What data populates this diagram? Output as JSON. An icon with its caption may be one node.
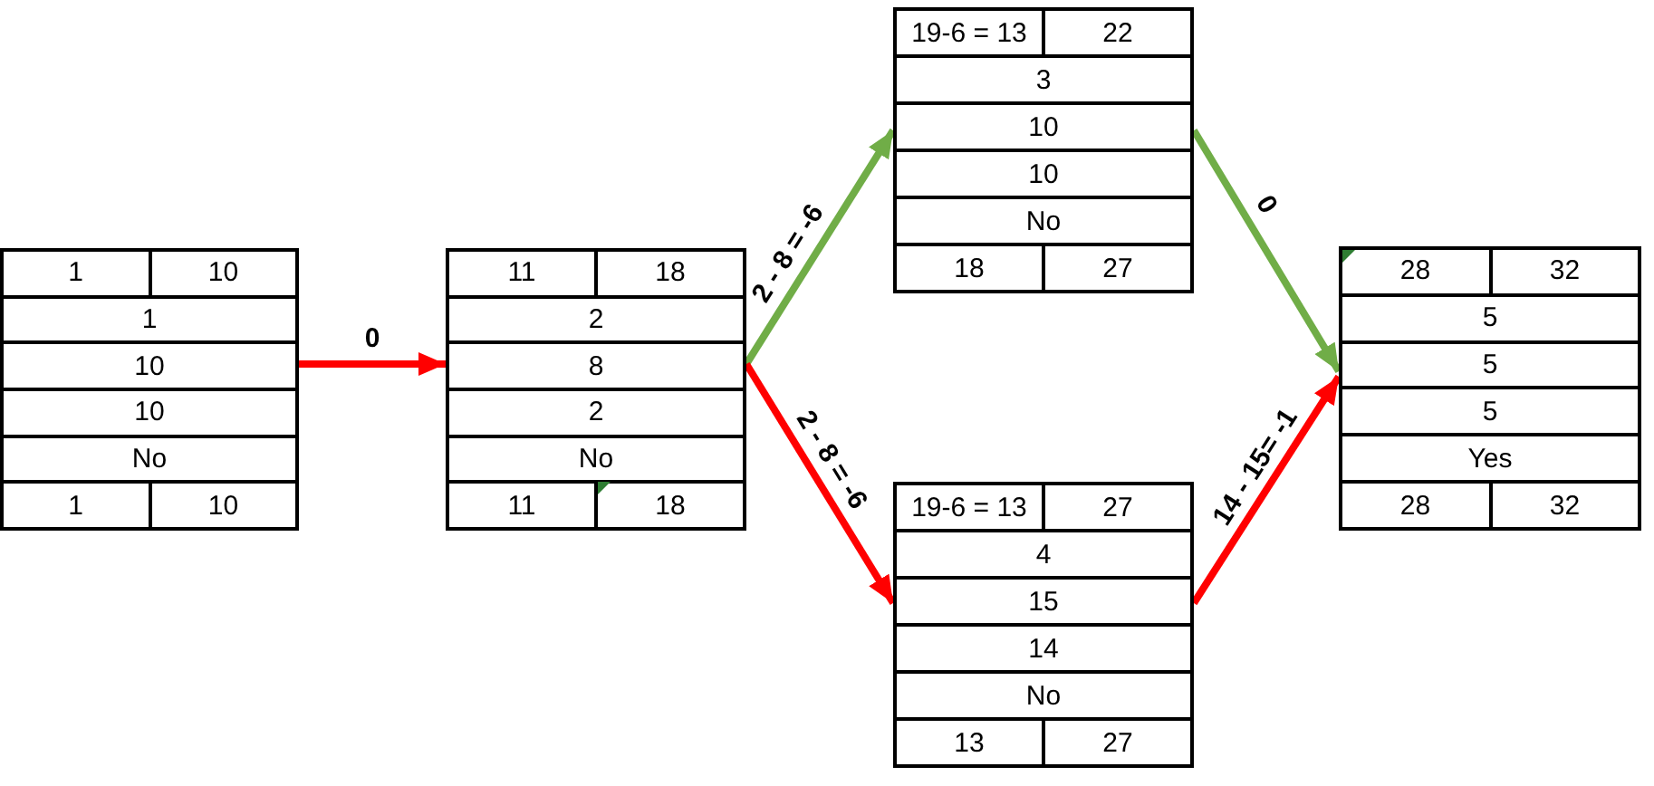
{
  "diagram": {
    "nodes": [
      {
        "text": [
          "1",
          "10",
          "1",
          "10",
          "10",
          "No",
          "1",
          "10"
        ]
      },
      {
        "text": [
          "11",
          "18",
          "2",
          "8",
          "2",
          "No",
          "11",
          "18"
        ]
      },
      {
        "text": [
          "19-6 = 13",
          "22",
          "3",
          "10",
          "10",
          "No",
          "18",
          "27"
        ]
      },
      {
        "text": [
          "19-6 = 13",
          "27",
          "4",
          "15",
          "14",
          "No",
          "13",
          "27"
        ]
      },
      {
        "text": [
          "28",
          "32",
          "5",
          "5",
          "5",
          "Yes",
          "28",
          "32"
        ]
      }
    ],
    "edges": [
      {
        "from": 0,
        "to": 1,
        "arrow": "to",
        "label": "0"
      },
      {
        "from": 1,
        "to": 2,
        "arrow": "to",
        "label": "2 - 8 = -6",
        "color": "#70ad47"
      },
      {
        "from": 1,
        "to": 3,
        "arrow": "to",
        "label": "2 - 8 = -6"
      },
      {
        "from": 2,
        "to": 4,
        "arrow": "to",
        "label": "0",
        "color": "#70ad47"
      },
      {
        "from": 3,
        "to": 4,
        "arrow": "to",
        "label": "14 - 15= -1"
      }
    ]
  }
}
